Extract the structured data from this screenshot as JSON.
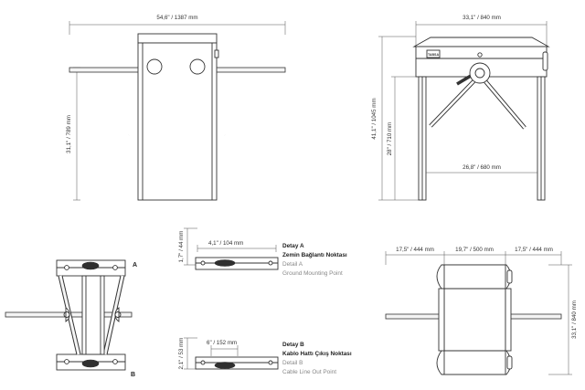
{
  "colors": {
    "line": "#333333",
    "dimension": "#555555",
    "background": "#ffffff",
    "secondary_text": "#888888"
  },
  "front_view": {
    "width_dim": "54,6\" / 1387 mm",
    "height_dim": "31,1\" / 789 mm"
  },
  "side_view": {
    "brand": "TABSA",
    "width_dim": "33,1\" / 840 mm",
    "total_height_dim": "41,1\" / 1045 mm",
    "leg_height_dim": "28\" / 710 mm",
    "leg_span_dim": "26,8\" / 680 mm"
  },
  "top_view": {
    "marker_a": "A",
    "marker_b": "B"
  },
  "detail_a": {
    "height_dim": "1,7\" / 44 mm",
    "width_dim": "4,1\" / 104 mm",
    "title": "Detay A",
    "title_tr": "Zemin Bağlantı Noktası",
    "title_en": "Detail A",
    "desc_en": "Ground Mounting Point"
  },
  "detail_b": {
    "height_dim": "2,1\" / 53 mm",
    "width_dim": "6\" / 152 mm",
    "title": "Detay B",
    "title_tr": "Kablo Hattı Çıkış Noktası",
    "title_en": "Detail B",
    "desc_en": "Cable Line Out Point"
  },
  "plan_view": {
    "left_dim": "17,5\" / 444 mm",
    "center_dim": "19,7\" / 500 mm",
    "right_dim": "17,5\" / 444 mm",
    "depth_dim": "33,1\" / 840 mm"
  }
}
